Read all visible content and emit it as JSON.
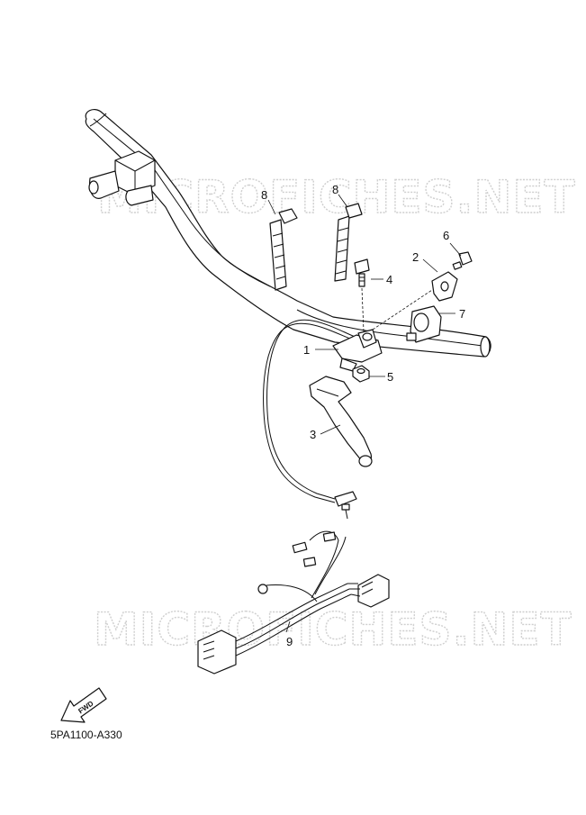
{
  "watermarks": [
    "MICROFICHES.NET",
    "MICROFICHES.NET"
  ],
  "callouts": [
    "1",
    "2",
    "3",
    "4",
    "5",
    "6",
    "7",
    "8",
    "8",
    "9"
  ],
  "fwd_label": "FWD",
  "diagram_code": "5PA1100-A330"
}
